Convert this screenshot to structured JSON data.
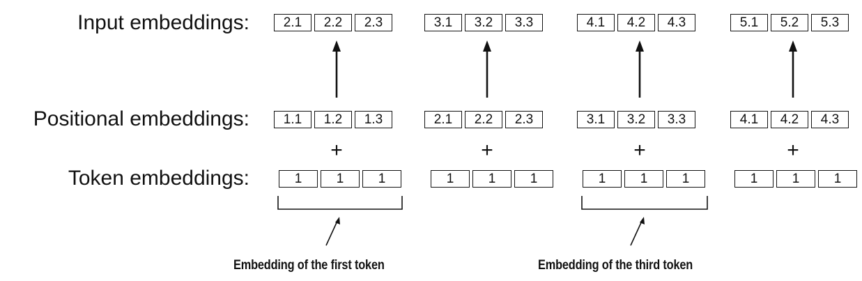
{
  "labels": {
    "input": "Input embeddings:",
    "positional": "Positional embeddings:",
    "token": "Token embeddings:"
  },
  "plus_symbol": "+",
  "groups": [
    {
      "input": [
        "2.1",
        "2.2",
        "2.3"
      ],
      "positional": [
        "1.1",
        "1.2",
        "1.3"
      ],
      "token": [
        "1",
        "1",
        "1"
      ]
    },
    {
      "input": [
        "3.1",
        "3.2",
        "3.3"
      ],
      "positional": [
        "2.1",
        "2.2",
        "2.3"
      ],
      "token": [
        "1",
        "1",
        "1"
      ]
    },
    {
      "input": [
        "4.1",
        "4.2",
        "4.3"
      ],
      "positional": [
        "3.1",
        "3.2",
        "3.3"
      ],
      "token": [
        "1",
        "1",
        "1"
      ]
    },
    {
      "input": [
        "5.1",
        "5.2",
        "5.3"
      ],
      "positional": [
        "4.1",
        "4.2",
        "4.3"
      ],
      "token": [
        "1",
        "1",
        "1"
      ]
    }
  ],
  "captions": {
    "first": "Embedding of the first token",
    "third": "Embedding of the third token"
  }
}
